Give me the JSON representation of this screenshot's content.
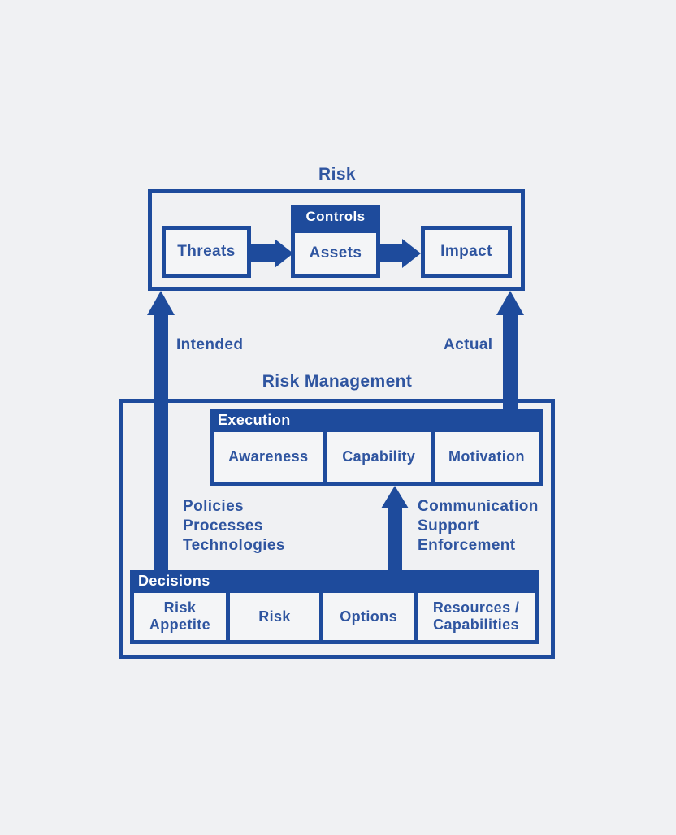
{
  "colors": {
    "blue": "#1e4b9c",
    "text_blue": "#2f55a0",
    "background": "#f0f1f3",
    "cell_background": "#f4f5f7",
    "white": "#ffffff"
  },
  "risk_section": {
    "title": "Risk",
    "threats_label": "Threats",
    "controls_label": "Controls",
    "assets_label": "Assets",
    "impact_label": "Impact"
  },
  "flow_labels": {
    "intended": "Intended",
    "actual": "Actual"
  },
  "risk_management_section": {
    "title": "Risk Management",
    "execution": {
      "title": "Execution",
      "cells": [
        "Awareness",
        "Capability",
        "Motivation"
      ]
    },
    "execution_inputs_left": [
      "Policies",
      "Processes",
      "Technologies"
    ],
    "execution_inputs_right": [
      "Communication",
      "Support",
      "Enforcement"
    ],
    "decisions": {
      "title": "Decisions",
      "cells": [
        "Risk Appetite",
        "Risk",
        "Options",
        "Resources / Capabilities"
      ]
    }
  }
}
